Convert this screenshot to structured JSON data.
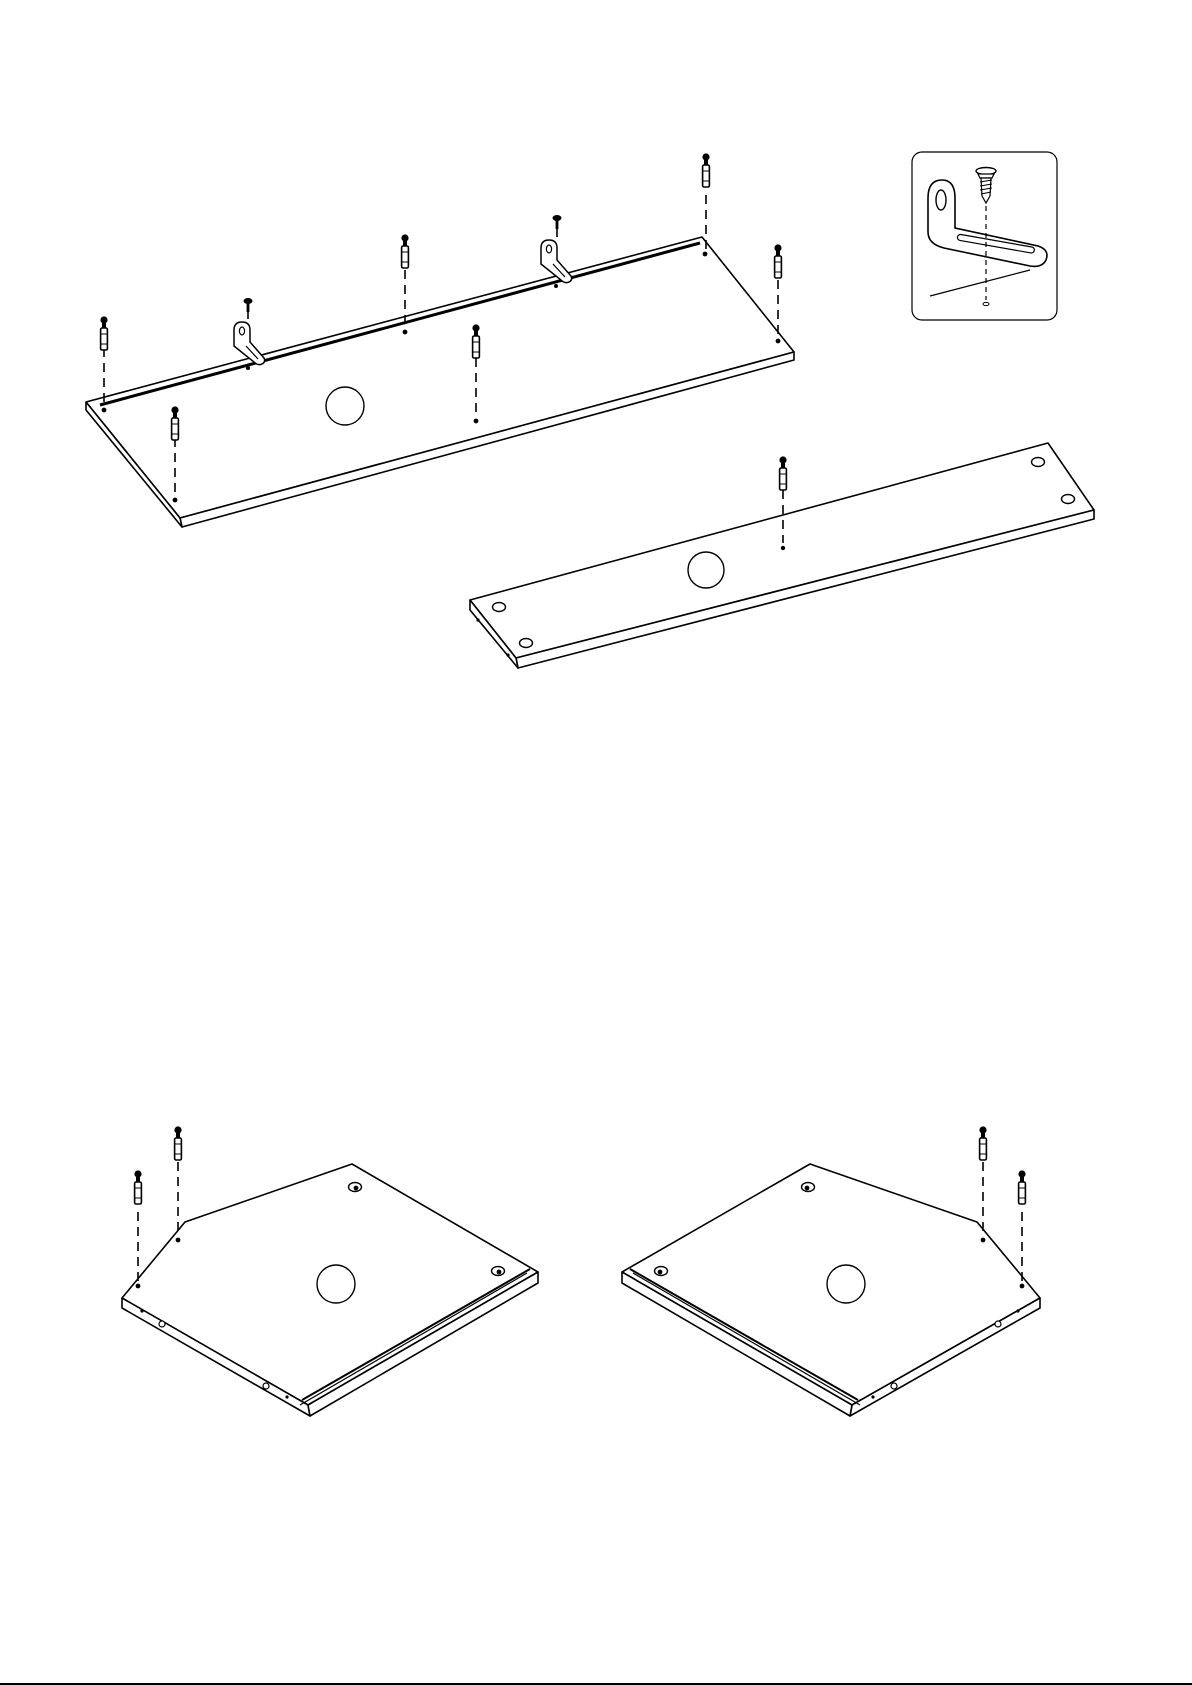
{
  "figure": {
    "inset_caption": "",
    "parts": [
      {
        "id": "shelf-long",
        "part_label": ""
      },
      {
        "id": "panel-narrow",
        "part_label": ""
      },
      {
        "id": "corner-left",
        "part_label": ""
      },
      {
        "id": "corner-right",
        "part_label": ""
      }
    ]
  },
  "icons": {
    "cam-dowel": "cam-dowel-icon",
    "screw": "screw-icon",
    "l-bracket": "l-bracket-icon"
  },
  "colors": {
    "line": "#000000",
    "background": "#ffffff"
  }
}
